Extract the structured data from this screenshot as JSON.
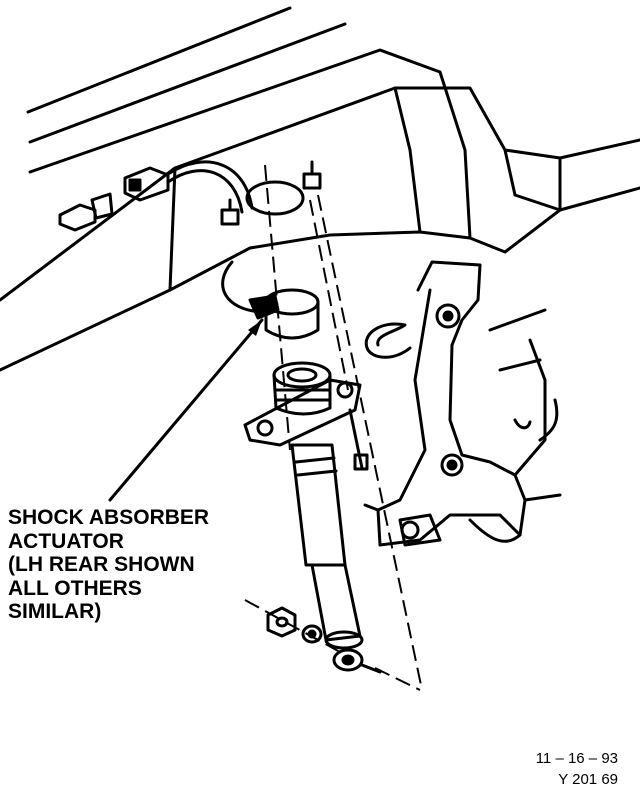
{
  "callout": {
    "lines": [
      "SHOCK ABSORBER",
      "ACTUATOR",
      "(LH REAR SHOWN",
      "ALL OTHERS",
      "SIMILAR)"
    ]
  },
  "stamp": {
    "date": "11 – 16 – 93",
    "code": "Y 201 69"
  }
}
